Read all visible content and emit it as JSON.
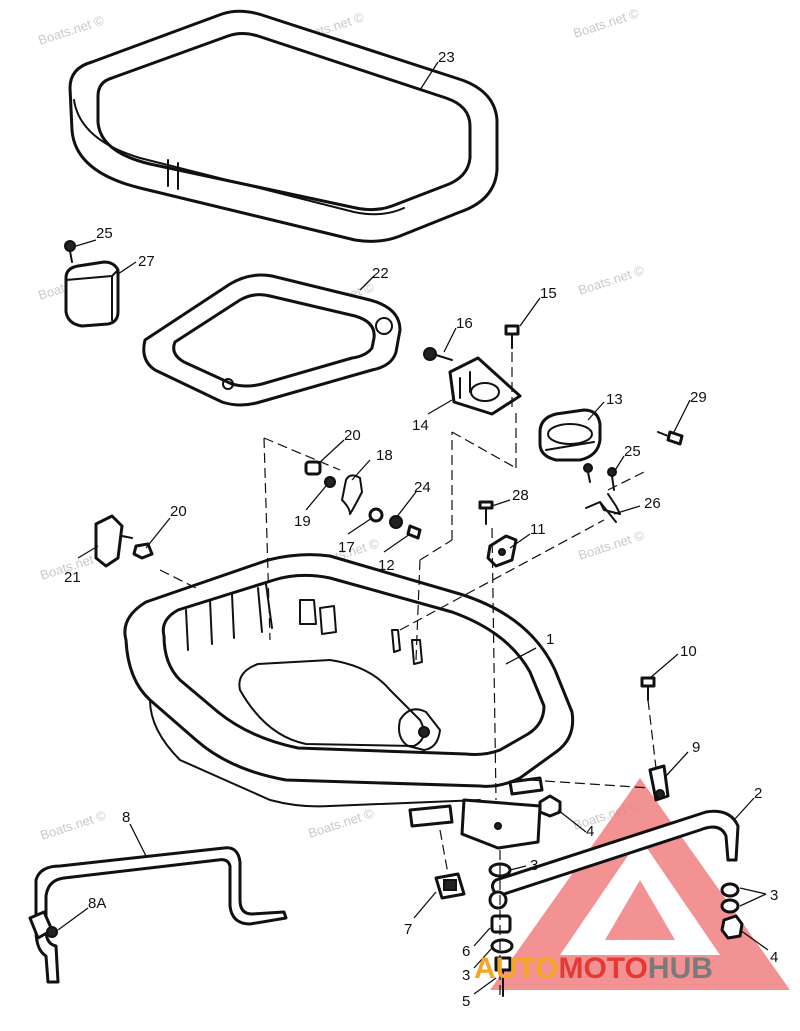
{
  "diagram": {
    "callouts": [
      {
        "id": "c23",
        "label": "23"
      },
      {
        "id": "c25a",
        "label": "25"
      },
      {
        "id": "c27",
        "label": "27"
      },
      {
        "id": "c22",
        "label": "22"
      },
      {
        "id": "c15",
        "label": "15"
      },
      {
        "id": "c16",
        "label": "16"
      },
      {
        "id": "c13",
        "label": "13"
      },
      {
        "id": "c29",
        "label": "29"
      },
      {
        "id": "c14",
        "label": "14"
      },
      {
        "id": "c25b",
        "label": "25"
      },
      {
        "id": "c20a",
        "label": "20"
      },
      {
        "id": "c18",
        "label": "18"
      },
      {
        "id": "c24",
        "label": "24"
      },
      {
        "id": "c28",
        "label": "28"
      },
      {
        "id": "c26",
        "label": "26"
      },
      {
        "id": "c19",
        "label": "19"
      },
      {
        "id": "c17",
        "label": "17"
      },
      {
        "id": "c12",
        "label": "12"
      },
      {
        "id": "c11",
        "label": "11"
      },
      {
        "id": "c20b",
        "label": "20"
      },
      {
        "id": "c21",
        "label": "21"
      },
      {
        "id": "c1",
        "label": "1"
      },
      {
        "id": "c10",
        "label": "10"
      },
      {
        "id": "c9",
        "label": "9"
      },
      {
        "id": "c2",
        "label": "2"
      },
      {
        "id": "c8",
        "label": "8"
      },
      {
        "id": "c4a",
        "label": "4"
      },
      {
        "id": "c3a",
        "label": "3"
      },
      {
        "id": "c3b",
        "label": "3"
      },
      {
        "id": "c8A",
        "label": "8A"
      },
      {
        "id": "c7",
        "label": "7"
      },
      {
        "id": "c6",
        "label": "6"
      },
      {
        "id": "c4b",
        "label": "4"
      },
      {
        "id": "c3c",
        "label": "3"
      },
      {
        "id": "c5",
        "label": "5"
      }
    ],
    "watermark": "Boats.net ©",
    "logo": {
      "part1": "AUTO",
      "part2": "MOTO",
      "part3": "HUB",
      "color_orange": "#f5a623",
      "color_red": "#e53935",
      "color_gray": "#7a7a7a",
      "triangle_color": "#f08080"
    }
  }
}
